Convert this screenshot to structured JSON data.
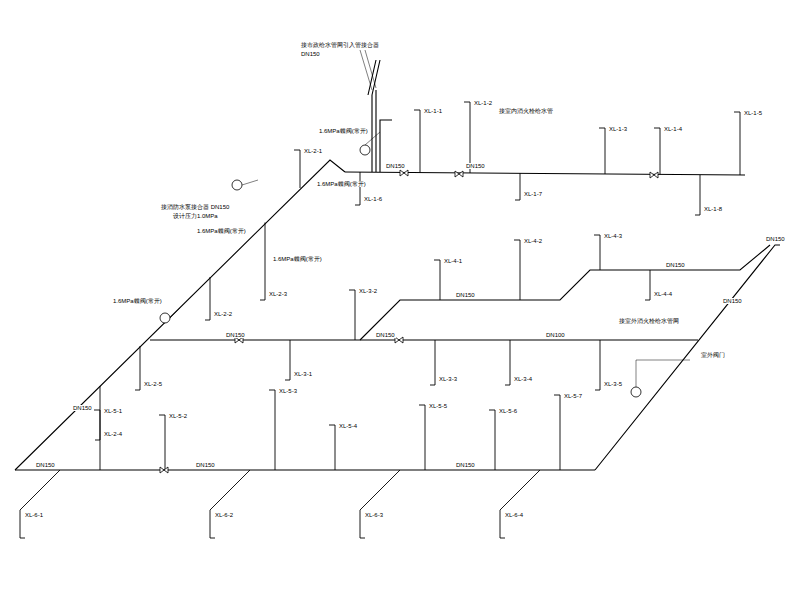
{
  "diagram": {
    "labels": [
      "接市政给水管网引入管接合器",
      "DN150",
      "1.6MPa蝶阀(常开)",
      "1.6MPa蝶阀(常开)",
      "DN150",
      "DN150",
      "接室内消火栓给水管",
      "接消防水泵接合器 DN150",
      "设计压力1.0MPa",
      "1.6MPa蝶阀(常开)",
      "1.6MPa蝶阀(常开)",
      "1.6MPa蝶阀(常开)",
      "DN150",
      "DN150",
      "DN150",
      "DN150",
      "DN150",
      "DN150",
      "DN100",
      "DN150",
      "DN150",
      "DN150",
      "DN150",
      "接室外消火栓给水管网",
      "室外阀门",
      "XL-1-1",
      "XL-1-2",
      "XL-1-3",
      "XL-1-4",
      "XL-1-5",
      "XL-1-6",
      "XL-1-7",
      "XL-1-8",
      "XL-2-1",
      "XL-2-2",
      "XL-2-3",
      "XL-2-4",
      "XL-2-5",
      "XL-3-1",
      "XL-3-2",
      "XL-3-3",
      "XL-3-4",
      "XL-3-5",
      "XL-4-1",
      "XL-4-2",
      "XL-4-3",
      "XL-4-4",
      "XL-5-1",
      "XL-5-2",
      "XL-5-3",
      "XL-5-4",
      "XL-5-5",
      "XL-5-6",
      "XL-5-7",
      "XL-6-1",
      "XL-6-2",
      "XL-6-3",
      "XL-6-4"
    ]
  }
}
